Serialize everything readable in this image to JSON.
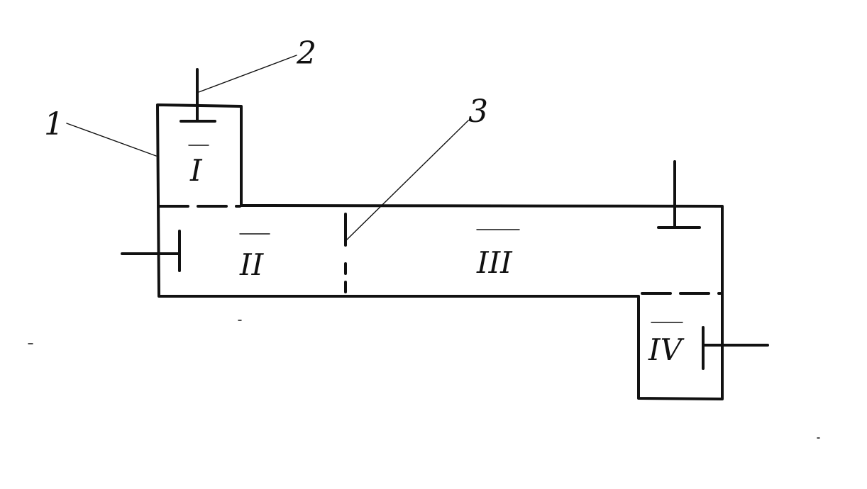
{
  "callouts": [
    {
      "id": "1",
      "text": "1"
    },
    {
      "id": "2",
      "text": "2"
    },
    {
      "id": "3",
      "text": "3"
    }
  ],
  "zones": [
    {
      "id": "I",
      "text": "I"
    },
    {
      "id": "II",
      "text": "II"
    },
    {
      "id": "III",
      "text": "III"
    },
    {
      "id": "IV",
      "text": "IV"
    }
  ]
}
